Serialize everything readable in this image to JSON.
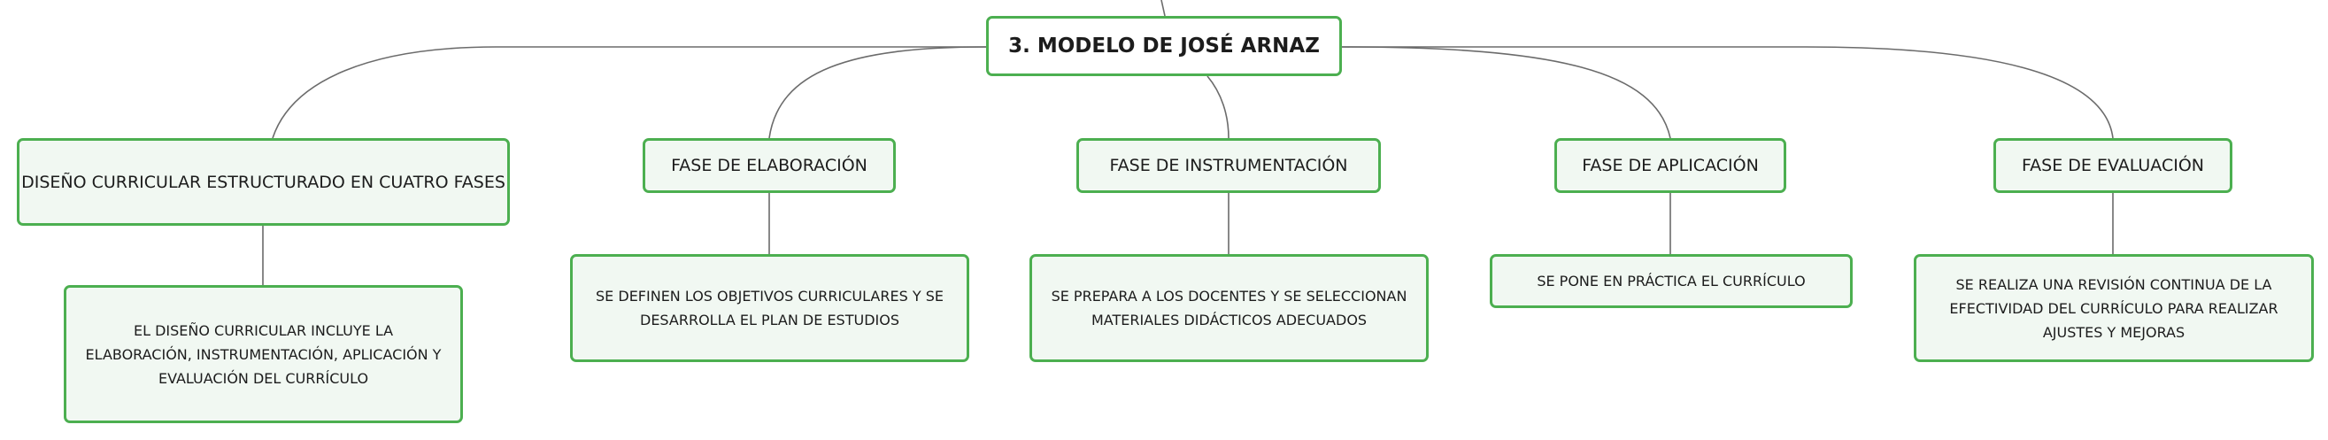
{
  "root": {
    "title": "3. MODELO DE JOSÉ ARNAZ"
  },
  "branches": [
    {
      "title": "DISEÑO CURRICULAR ESTRUCTURADO EN CUATRO FASES",
      "detail": "EL DISEÑO CURRICULAR INCLUYE LA ELABORACIÓN, INSTRUMENTACIÓN, APLICACIÓN Y EVALUACIÓN DEL CURRÍCULO"
    },
    {
      "title": "FASE DE ELABORACIÓN",
      "detail": "SE DEFINEN LOS OBJETIVOS CURRICULARES Y SE DESARROLLA EL PLAN DE ESTUDIOS"
    },
    {
      "title": "FASE DE INSTRUMENTACIÓN",
      "detail": "SE PREPARA A LOS DOCENTES Y SE SELECCIONAN MATERIALES DIDÁCTICOS ADECUADOS"
    },
    {
      "title": "FASE DE APLICACIÓN",
      "detail": "SE PONE EN PRÁCTICA EL CURRÍCULO"
    },
    {
      "title": "FASE DE EVALUACIÓN",
      "detail": "SE REALIZA UNA REVISIÓN CONTINUA DE LA EFECTIVIDAD DEL CURRÍCULO PARA REALIZAR AJUSTES Y MEJORAS"
    }
  ],
  "colors": {
    "border": "#4caf50",
    "fill": "#f1f8f2",
    "connector": "#6b6b6b",
    "text": "#1c1c1c"
  }
}
